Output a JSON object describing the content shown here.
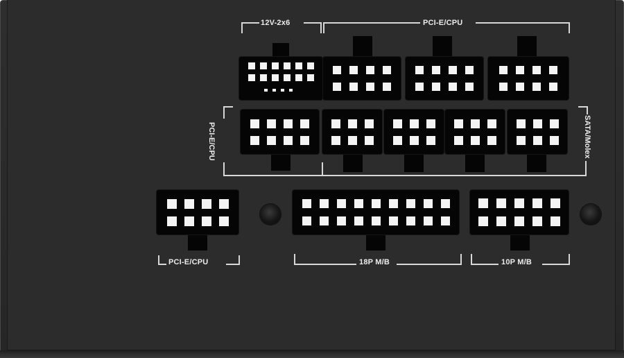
{
  "labels": {
    "top_12v": "12V-2x6",
    "top_pcie_cpu": "PCI-E/CPU",
    "left_pcie_cpu": "PCI-E/CPU",
    "right_sata_molex": "SATA/Molex",
    "bottom_pcie_cpu": "PCI-E/CPU",
    "bottom_18p": "18P M/B",
    "bottom_10p": "10P M/B"
  },
  "colors": {
    "panel": "#2c2c2c",
    "socket": "#050505",
    "pin": "#f4f4f4",
    "label_text": "#ececec"
  },
  "sockets": [
    {
      "id": "12v-2x6",
      "kind": "12V-2x6"
    },
    {
      "id": "pcie-cpu-top-1",
      "kind": "8-pin"
    },
    {
      "id": "pcie-cpu-top-2",
      "kind": "8-pin"
    },
    {
      "id": "pcie-cpu-top-3",
      "kind": "8-pin"
    },
    {
      "id": "pcie-cpu-mid",
      "kind": "8-pin"
    },
    {
      "id": "sata-molex-1",
      "kind": "6-pin"
    },
    {
      "id": "sata-molex-2",
      "kind": "6-pin"
    },
    {
      "id": "sata-molex-3",
      "kind": "6-pin"
    },
    {
      "id": "sata-molex-4",
      "kind": "6-pin"
    },
    {
      "id": "pcie-cpu-bottom",
      "kind": "8-pin"
    },
    {
      "id": "mb-18p",
      "kind": "18-pin"
    },
    {
      "id": "mb-10p",
      "kind": "10-pin"
    }
  ],
  "screws": [
    "screw-left",
    "screw-right"
  ]
}
